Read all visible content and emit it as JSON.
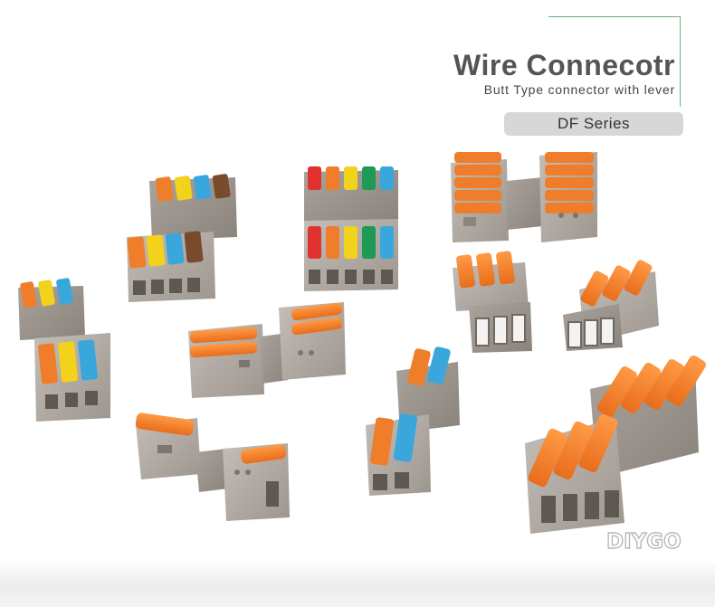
{
  "header": {
    "title": "Wire Connecotr",
    "subtitle": "Butt Type connector with lever",
    "series_label": "DF Series"
  },
  "brand": {
    "logo_text": "DIYGO"
  },
  "colors": {
    "background": "#ffffff",
    "housing_gray": "#b0aaa4",
    "lever_orange": "#f07d2a",
    "lever_yellow": "#f3d21c",
    "lever_blue": "#3aa7dc",
    "lever_brown": "#7a4a2c",
    "lever_red": "#e0332f",
    "lever_green": "#1f9a55",
    "accent_green_line": "#6fae79",
    "pill_gray": "#d7d7d7"
  },
  "products": [
    {
      "name": "4-lever stacked connector",
      "lever_colors": [
        "orange",
        "yellow",
        "blue",
        "brown"
      ]
    },
    {
      "name": "5-lever stacked connector",
      "lever_colors": [
        "red",
        "orange",
        "yellow",
        "green",
        "blue"
      ]
    },
    {
      "name": "5-lever butt connector",
      "lever_colors": [
        "orange",
        "orange",
        "orange",
        "orange",
        "orange"
      ]
    },
    {
      "name": "3-lever stacked connector left",
      "lever_colors": [
        "orange",
        "yellow",
        "blue"
      ]
    },
    {
      "name": "2-lever butt connector",
      "lever_colors": [
        "orange",
        "orange"
      ]
    },
    {
      "name": "3-lever inline connector",
      "lever_colors": [
        "orange",
        "orange",
        "orange"
      ]
    },
    {
      "name": "3-lever angled connector",
      "lever_colors": [
        "orange",
        "orange",
        "orange"
      ]
    },
    {
      "name": "1-lever butt connector",
      "lever_colors": [
        "orange"
      ]
    },
    {
      "name": "2-lever stacked connector",
      "lever_colors": [
        "orange",
        "blue"
      ]
    },
    {
      "name": "4-lever butt connector",
      "lever_colors": [
        "orange",
        "orange",
        "orange",
        "orange"
      ]
    }
  ]
}
